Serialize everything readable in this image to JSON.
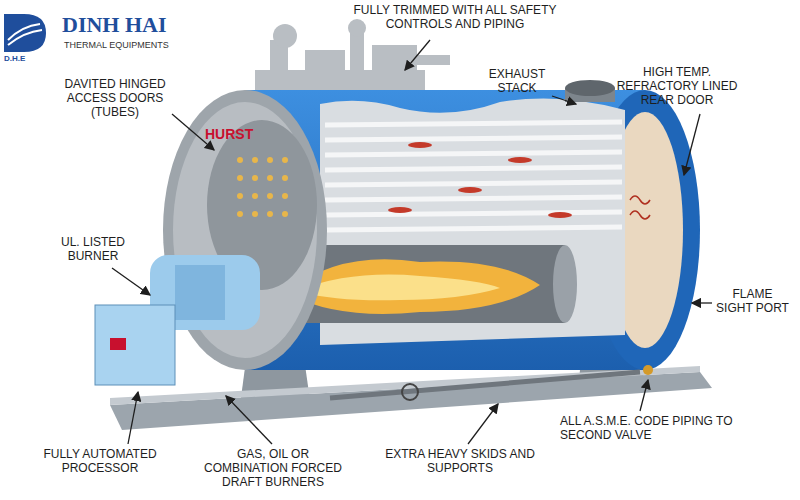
{
  "diagram": {
    "labels": [
      "DINH HAI",
      "THERMAL EQUIPMENTS",
      "D.H.E",
      "FULLY TRIMMED WITH ALL SAFETY CONTROLS AND PIPING",
      "EXHAUST STACK",
      "HIGH TEMP. REFRACTORY LINED REAR DOOR",
      "DAVITED HINGED ACCESS DOORS (TUBES)",
      "UL. LISTED BURNER",
      "HURST",
      "FLAME SIGHT PORT",
      "FULLY AUTOMATED PROCESSOR",
      "GAS, OIL OR COMBINATION FORCED DRAFT BURNERS",
      "EXTRA HEAVY SKIDS AND SUPPORTS",
      "ALL A.S.M.E. CODE PIPING TO SECOND VALVE"
    ]
  }
}
